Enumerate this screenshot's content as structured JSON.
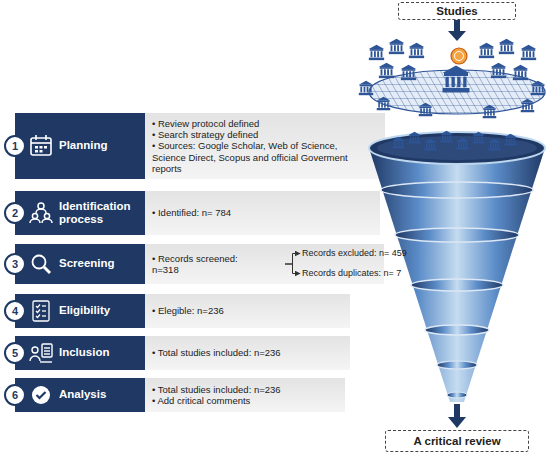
{
  "diagram": {
    "nodes": [
      {
        "text": [
          "Studies"
        ]
      },
      {
        "text": [
          "1"
        ]
      },
      {
        "text": [
          "Planning"
        ]
      },
      {
        "text": [
          "• Review protocol defined",
          "• Search strategy defined",
          "• Sources: Google Scholar, Web of Science, Science Direct, Scopus and official Goverment reports"
        ]
      },
      {
        "text": [
          "2"
        ]
      },
      {
        "text": [
          "Identification process"
        ]
      },
      {
        "text": [
          "• Identified: n= 784"
        ]
      },
      {
        "text": [
          "3"
        ]
      },
      {
        "text": [
          "Screening"
        ]
      },
      {
        "text": [
          "• Records screened: n=318"
        ]
      },
      {
        "text": [
          "Records excluded: n= 459"
        ]
      },
      {
        "text": [
          "Records duplicates: n= 7"
        ]
      },
      {
        "text": [
          "4"
        ]
      },
      {
        "text": [
          "Eligibility"
        ]
      },
      {
        "text": [
          "• Elegible: n=236"
        ]
      },
      {
        "text": [
          "5"
        ]
      },
      {
        "text": [
          "Inclusion"
        ]
      },
      {
        "text": [
          "• Total studies included: n=236"
        ]
      },
      {
        "text": [
          "6"
        ]
      },
      {
        "text": [
          "Analysis"
        ]
      },
      {
        "text": [
          "• Total studies included: n=236",
          "• Add critical comments"
        ]
      },
      {
        "text": [
          "A critical review"
        ]
      }
    ],
    "edges": [
      {
        "from": 9,
        "to": 10,
        "arrow": "to"
      },
      {
        "from": 9,
        "to": 11,
        "arrow": "to"
      }
    ]
  }
}
